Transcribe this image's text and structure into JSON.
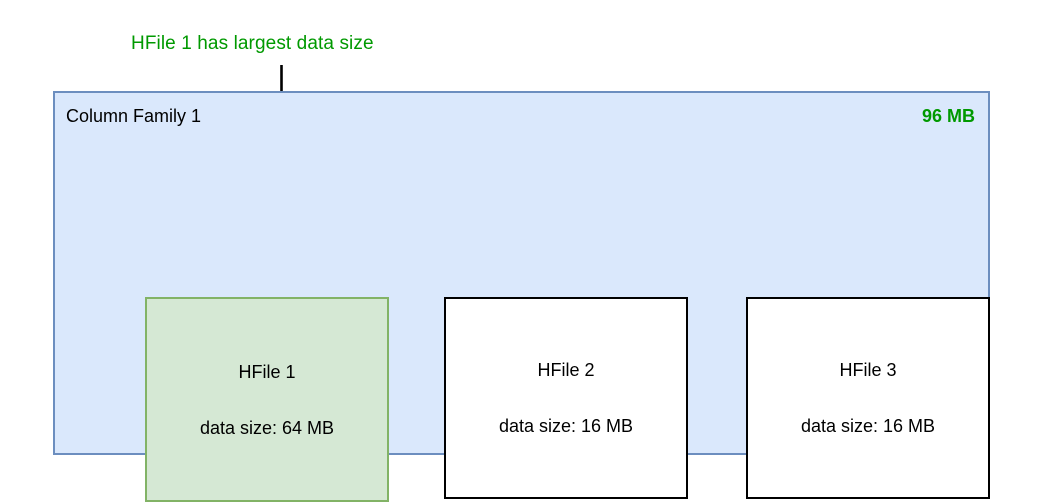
{
  "annotation": {
    "text": "HFile 1 has largest data size",
    "color": "#009900",
    "arrow_icon": "down-arrow-icon"
  },
  "container": {
    "title": "Column Family 1",
    "total_size": "96 MB",
    "fill_color": "#dae8fc",
    "border_color": "#6c8ebf",
    "total_size_color": "#009900"
  },
  "hfiles": [
    {
      "name": "HFile 1",
      "size_label": "data size: 64 MB",
      "highlighted": true,
      "fill_color": "#d5e8d4",
      "border_color": "#82b366"
    },
    {
      "name": "HFile 2",
      "size_label": "data size: 16 MB",
      "highlighted": false,
      "fill_color": "#ffffff",
      "border_color": "#000000"
    },
    {
      "name": "HFile 3",
      "size_label": "data size: 16 MB",
      "highlighted": false,
      "fill_color": "#ffffff",
      "border_color": "#000000"
    }
  ]
}
